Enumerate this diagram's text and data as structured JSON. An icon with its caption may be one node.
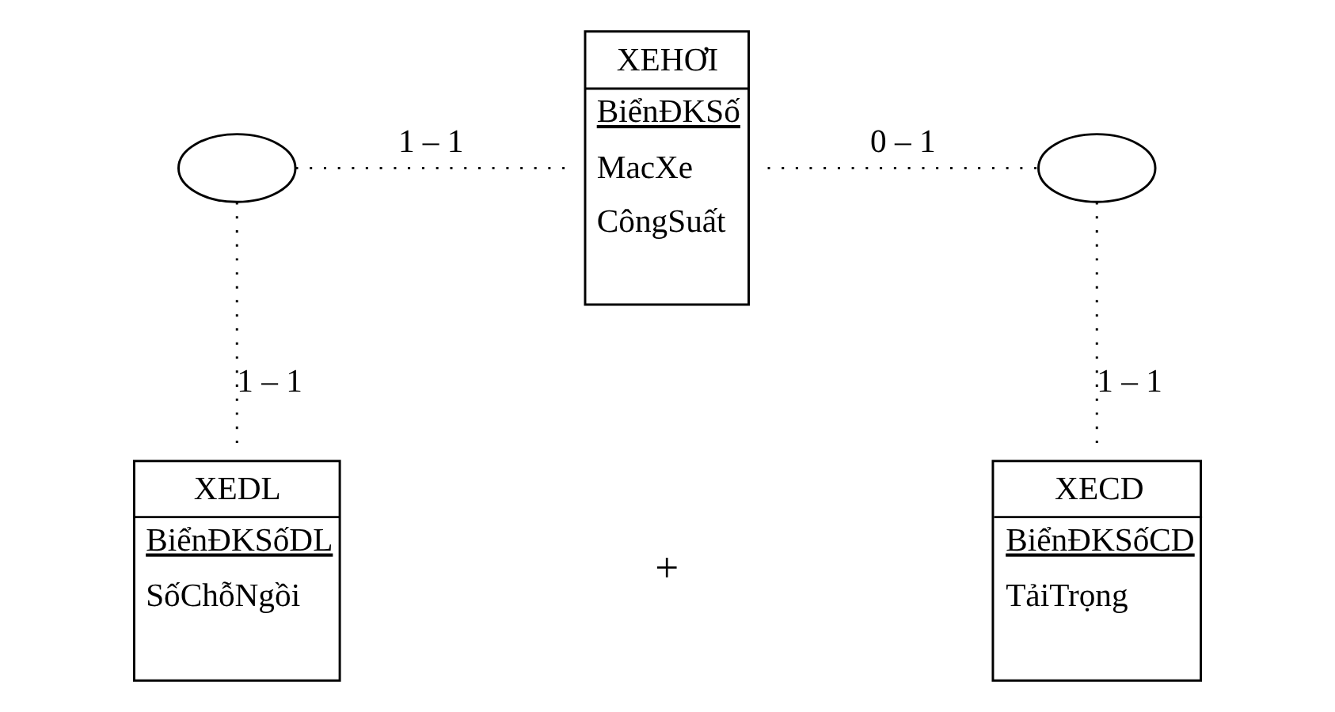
{
  "diagram": {
    "nodes": [
      {
        "text": [
          "XEHƠI",
          "BiểnĐKSố",
          "MacXe",
          "CôngSuất"
        ]
      },
      {
        "text": [],
        "shape": "ellipse"
      },
      {
        "text": [],
        "shape": "ellipse"
      },
      {
        "text": [
          "XEDL",
          "BiểnĐKSốDL",
          "SốChỗNgồi"
        ]
      },
      {
        "text": [
          "XECD",
          "BiểnĐKSốCD",
          "TảiTrọng"
        ]
      }
    ],
    "edges": [
      {
        "from": 1,
        "to": 0,
        "arrow": "none",
        "label": "1 – 1",
        "style": "dashed"
      },
      {
        "from": 0,
        "to": 2,
        "arrow": "none",
        "label": "0 – 1",
        "style": "dashed"
      },
      {
        "from": 1,
        "to": 3,
        "arrow": "none",
        "label": "1 – 1",
        "style": "dashed"
      },
      {
        "from": 2,
        "to": 4,
        "arrow": "none",
        "label": "1 – 1",
        "style": "dashed"
      }
    ],
    "labels": [
      "+"
    ]
  }
}
